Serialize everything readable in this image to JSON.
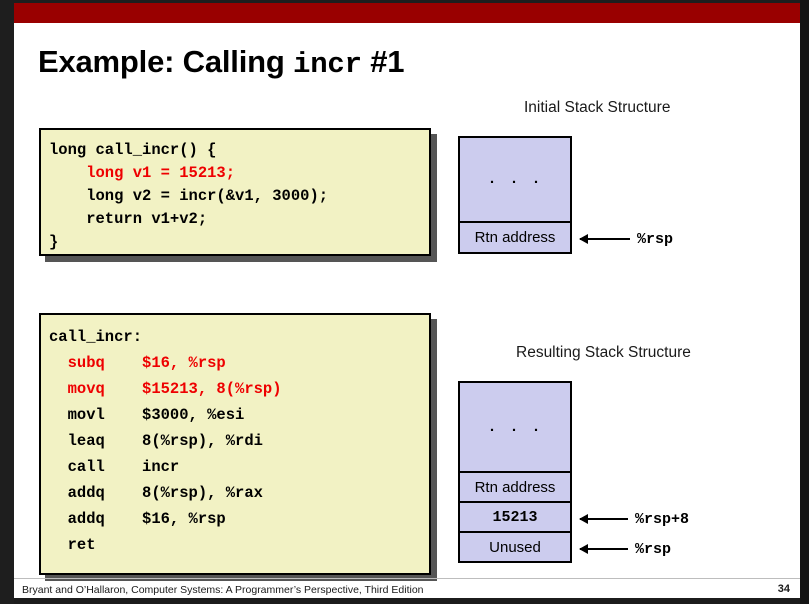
{
  "slide": {
    "title_prefix": "Example: Calling ",
    "title_mono": "incr",
    "title_suffix": " #1",
    "banner_color": "#990000",
    "code_box_fill": "#f2f2c4",
    "stack_cell_fill": "#ccccee",
    "highlight_color": "#ee0000"
  },
  "c_code": {
    "lines": [
      {
        "text": "long call_incr() {",
        "highlight": false
      },
      {
        "text": "    long v1 = 15213;",
        "highlight": true
      },
      {
        "text": "    long v2 = incr(&v1, 3000);",
        "highlight": false
      },
      {
        "text": "    return v1+v2;",
        "highlight": false
      },
      {
        "text": "}",
        "highlight": false
      }
    ]
  },
  "asm_code": {
    "lines": [
      {
        "text": "call_incr:",
        "highlight": false
      },
      {
        "text": "  subq    $16, %rsp",
        "highlight": true
      },
      {
        "text": "  movq    $15213, 8(%rsp)",
        "highlight": true
      },
      {
        "text": "  movl    $3000, %esi",
        "highlight": false
      },
      {
        "text": "  leaq    8(%rsp), %rdi",
        "highlight": false
      },
      {
        "text": "  call    incr",
        "highlight": false
      },
      {
        "text": "  addq    8(%rsp), %rax",
        "highlight": false
      },
      {
        "text": "  addq    $16, %rsp",
        "highlight": false
      },
      {
        "text": "  ret",
        "highlight": false
      }
    ]
  },
  "initial_stack": {
    "caption": "Initial Stack Structure",
    "cells": [
      {
        "label": ". . .",
        "style": "ellipsis"
      },
      {
        "label": "Rtn address",
        "style": "text"
      }
    ],
    "pointers": [
      {
        "label": "%rsp"
      }
    ]
  },
  "resulting_stack": {
    "caption": "Resulting Stack Structure",
    "cells": [
      {
        "label": ". . .",
        "style": "ellipsis"
      },
      {
        "label": "Rtn address",
        "style": "text"
      },
      {
        "label": "15213",
        "style": "mono"
      },
      {
        "label": "Unused",
        "style": "text"
      }
    ],
    "pointers": [
      {
        "label": "%rsp+8"
      },
      {
        "label": "%rsp"
      }
    ]
  },
  "footer": {
    "citation": "Bryant and O’Hallaron, Computer Systems: A Programmer’s Perspective, Third Edition",
    "page_number": "34"
  }
}
